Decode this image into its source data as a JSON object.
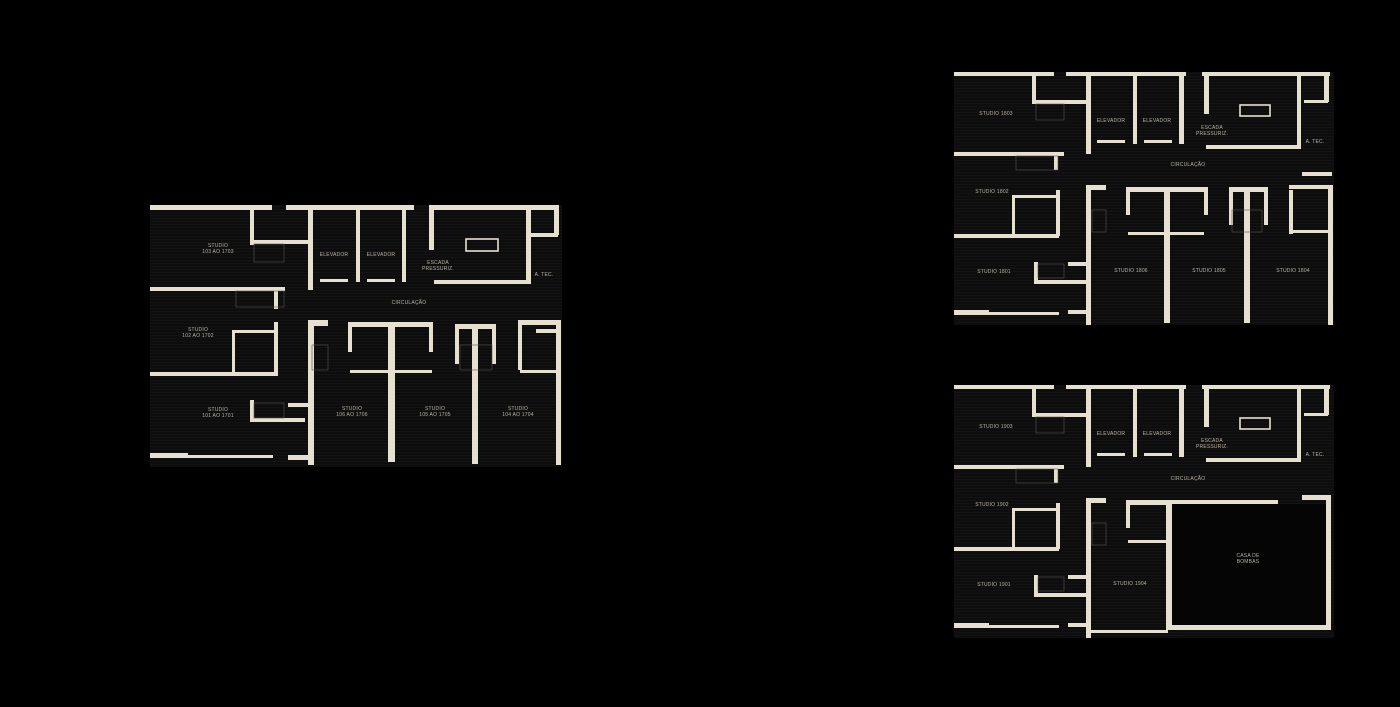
{
  "plans": [
    {
      "id": "typical",
      "rooms": {
        "s103": "STUDIO|103 AO 1703",
        "s102": "STUDIO|102 AO 1702",
        "s101": "STUDIO|101 AO 1701",
        "elev1": "ELEVADOR",
        "elev2": "ELEVADOR",
        "stair": "ESCADA|PRESSURIZ.",
        "tec": "A. TEC.",
        "circ": "CIRCULAÇÃO",
        "s106": "STUDIO|106 AO 1706",
        "s105": "STUDIO|105 AO 1705",
        "s104": "STUDIO|104 AO 1704"
      }
    },
    {
      "id": "floor18",
      "rooms": {
        "s103": "STUDIO 1803",
        "s102": "STUDIO 1802",
        "s101": "STUDIO 1801",
        "elev1": "ELEVADOR",
        "elev2": "ELEVADOR",
        "stair": "ESCADA|PRESSURIZ.",
        "tec": "A. TEC.",
        "circ": "CIRCULAÇÃO",
        "s106": "STUDIO 1806",
        "s105": "STUDIO 1805",
        "s104": "STUDIO 1804"
      }
    },
    {
      "id": "floor19",
      "rooms": {
        "s103": "STUDIO 1903",
        "s102": "STUDIO 1902",
        "s101": "STUDIO 1901",
        "elev1": "ELEVADOR",
        "elev2": "ELEVADOR",
        "stair": "ESCADA|PRESSURIZ.",
        "tec": "A. TEC.",
        "circ": "CIRCULAÇÃO",
        "s106": "STUDIO 1904",
        "bombas": "CASA DE|BOMBAS"
      }
    }
  ]
}
